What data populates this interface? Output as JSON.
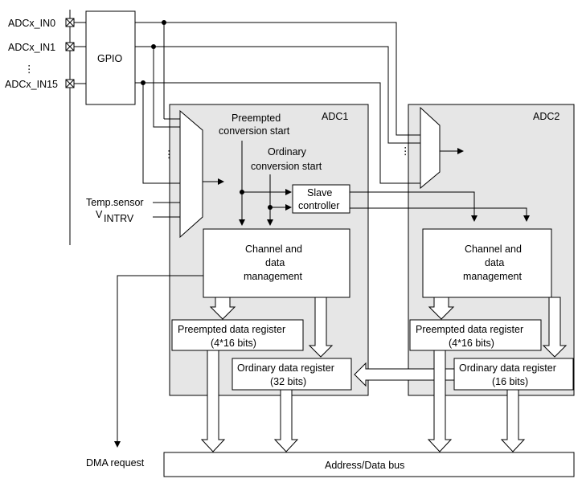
{
  "inputs": {
    "in0": "ADCx_IN0",
    "in1": "ADCx_IN1",
    "dots": "⋮",
    "in15": "ADCx_IN15"
  },
  "gpio": "GPIO",
  "adc1": {
    "title": "ADC1",
    "preempted_start": [
      "Preempted",
      "conversion start"
    ],
    "ordinary_start": [
      "Ordinary",
      "conversion start"
    ],
    "slave_controller": [
      "Slave",
      "controller"
    ],
    "temp_sensor": "Temp.sensor",
    "vintrv_v": "V",
    "vintrv_sub": "INTRV",
    "channel_mgmt": [
      "Channel and",
      "data",
      "management"
    ],
    "preempted_reg": [
      "Preempted data register",
      "(4*16 bits)"
    ],
    "ordinary_reg": [
      "Ordinary data register",
      "(32 bits)"
    ]
  },
  "adc2": {
    "title": "ADC2",
    "channel_mgmt": [
      "Channel and",
      "data",
      "management"
    ],
    "preempted_reg": [
      "Preempted data register",
      "(4*16 bits)"
    ],
    "ordinary_reg": [
      "Ordinary data register",
      "(16 bits)"
    ]
  },
  "dma_request": "DMA request",
  "bus": "Address/Data bus"
}
